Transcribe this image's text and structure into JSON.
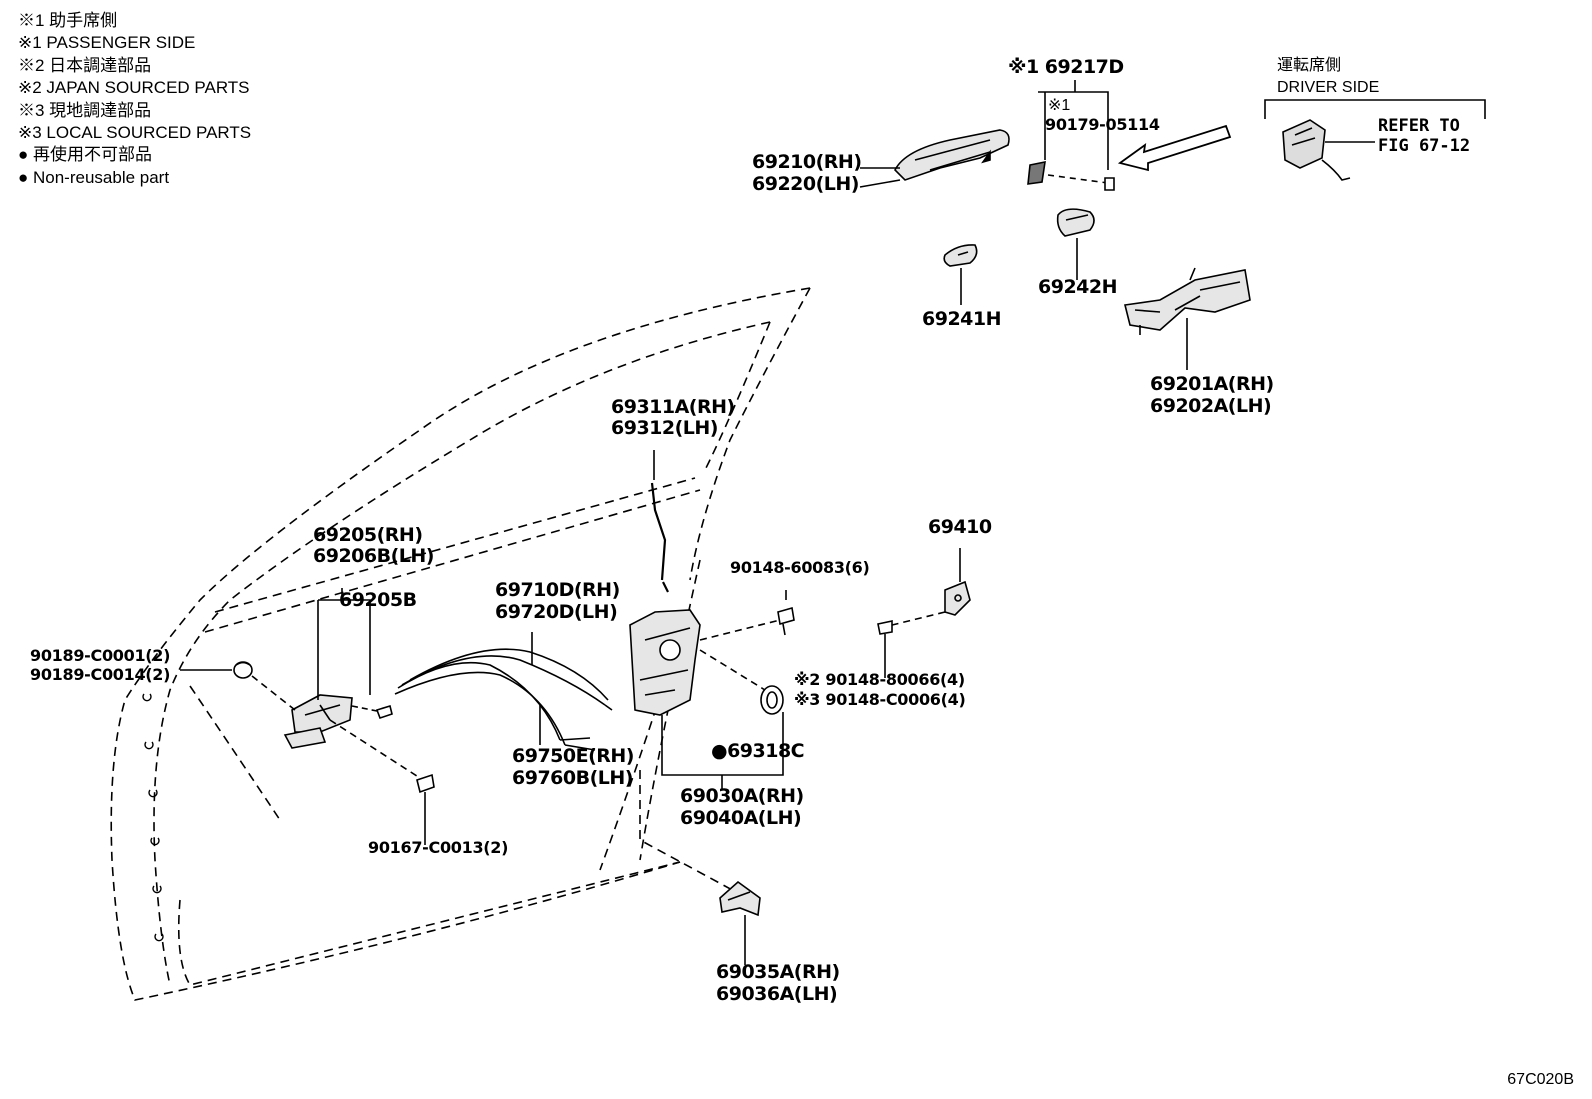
{
  "legend": [
    "※1 助手席側",
    "※1 PASSENGER SIDE",
    "※2 日本調達部品",
    "※2 JAPAN SOURCED PARTS",
    "※3 現地調達部品",
    "※3 LOCAL SOURCED PARTS",
    "● 再使用不可部品",
    "● Non-reusable part"
  ],
  "driver_side": {
    "jp": "運転席側",
    "en": "DRIVER SIDE",
    "refer_line1": "REFER TO",
    "refer_line2": "FIG 67-12"
  },
  "parts": {
    "p69217D": "※1 69217D",
    "p90179_note": "※1",
    "p90179": "90179-05114",
    "p69210": "69210(RH)",
    "p69220": "69220(LH)",
    "p69241H": "69241H",
    "p69242H": "69242H",
    "p69201A": "69201A(RH)",
    "p69202A": "69202A(LH)",
    "p69311A": "69311A(RH)",
    "p69312": "69312(LH)",
    "p69205": "69205(RH)",
    "p69206B": "69206B(LH)",
    "p69205B": "69205B",
    "p69710D": "69710D(RH)",
    "p69720D": "69720D(LH)",
    "p90189a": "90189-C0001(2)",
    "p90189b": "90189-C0014(2)",
    "p90148_60083": "90148-60083(6)",
    "p69410": "69410",
    "p90148_80066": "※2 90148-80066(4)",
    "p90148_C0006": "※3 90148-C0006(4)",
    "p69318C": "●69318C",
    "p69750E": "69750E(RH)",
    "p69760B": "69760B(LH)",
    "p69030A": "69030A(RH)",
    "p69040A": "69040A(LH)",
    "p90167": "90167-C0013(2)",
    "p69035A": "69035A(RH)",
    "p69036A": "69036A(LH)"
  },
  "figure_id": "67C020B"
}
